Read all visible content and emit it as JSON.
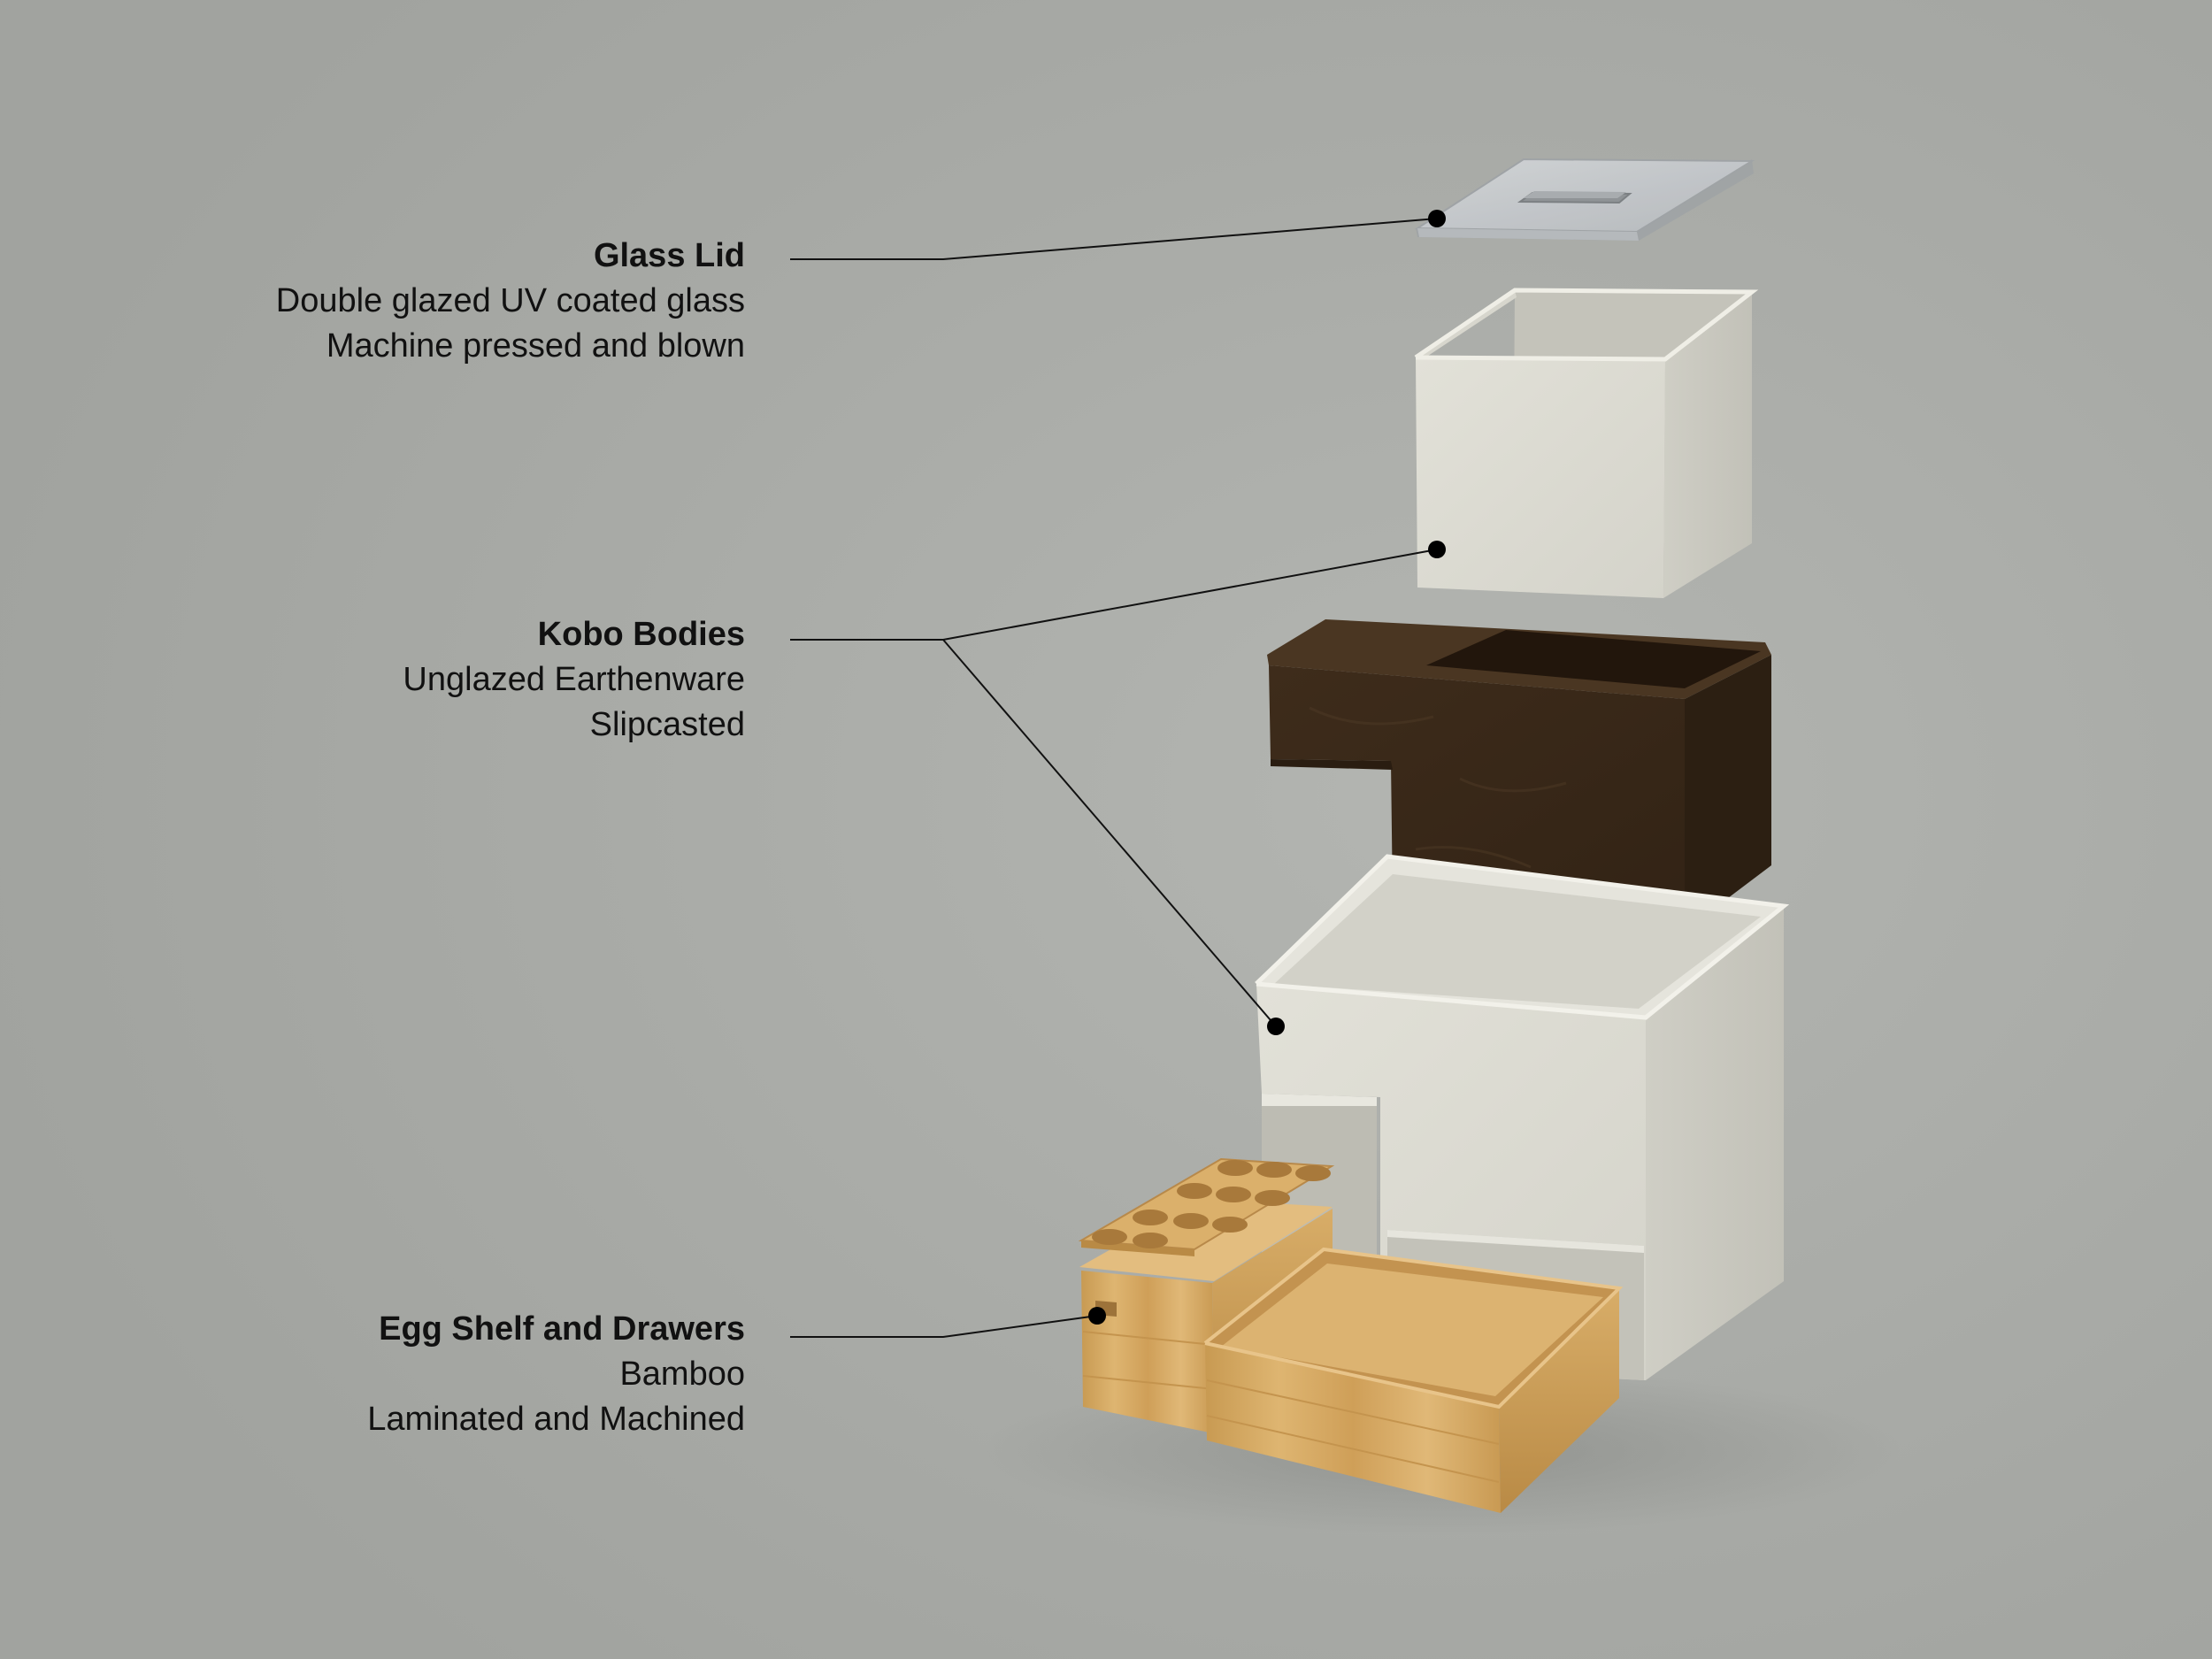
{
  "callouts": {
    "glass_lid": {
      "title": "Glass Lid",
      "lines": [
        "Double glazed UV coated glass",
        "Machine pressed and blown"
      ]
    },
    "kobo_bodies": {
      "title": "Kobo Bodies",
      "lines": [
        "Unglazed Earthenware",
        "Slipcasted"
      ]
    },
    "egg_shelf": {
      "title": "Egg Shelf and Drawers",
      "lines": [
        "Bamboo",
        "Laminated and Machined"
      ]
    }
  },
  "colors": {
    "background": "#aaaca8",
    "ceramic_white": "#dcdbd2",
    "earthenware": "#3b2a1a",
    "bamboo": "#d3a760",
    "glass": "#c9cccf",
    "leader_line": "#111111"
  }
}
